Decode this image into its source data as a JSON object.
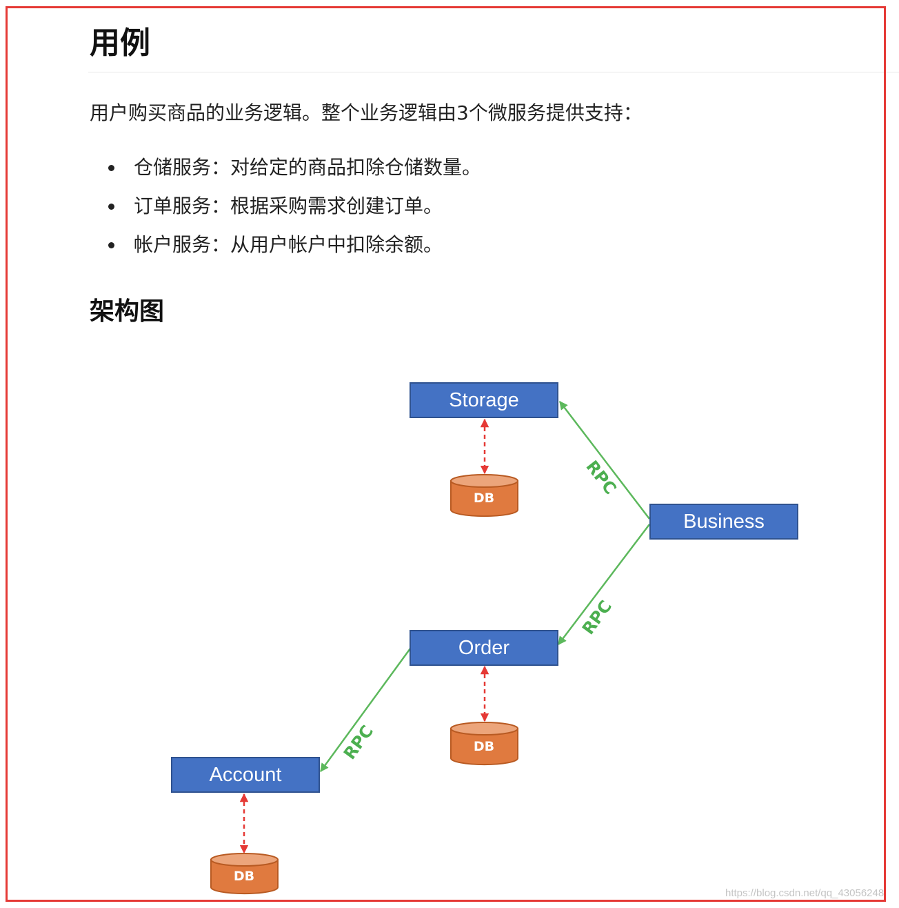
{
  "title": "用例",
  "intro": "用户购买商品的业务逻辑。整个业务逻辑由3个微服务提供支持：",
  "services": [
    "仓储服务：对给定的商品扣除仓储数量。",
    "订单服务：根据采购需求创建订单。",
    "帐户服务：从用户帐户中扣除余额。"
  ],
  "architecture_title": "架构图",
  "diagram": {
    "nodes": {
      "storage": "Storage",
      "business": "Business",
      "order": "Order",
      "account": "Account"
    },
    "edge_label": "RPC",
    "db_label": "DB"
  },
  "watermark": "https://blog.csdn.net/qq_43056248",
  "colors": {
    "node_fill": "#4472c4",
    "rpc_line": "#5cb85c",
    "db_link": "#e53935",
    "db_fill": "#e07a3f",
    "frame": "#e53935"
  }
}
